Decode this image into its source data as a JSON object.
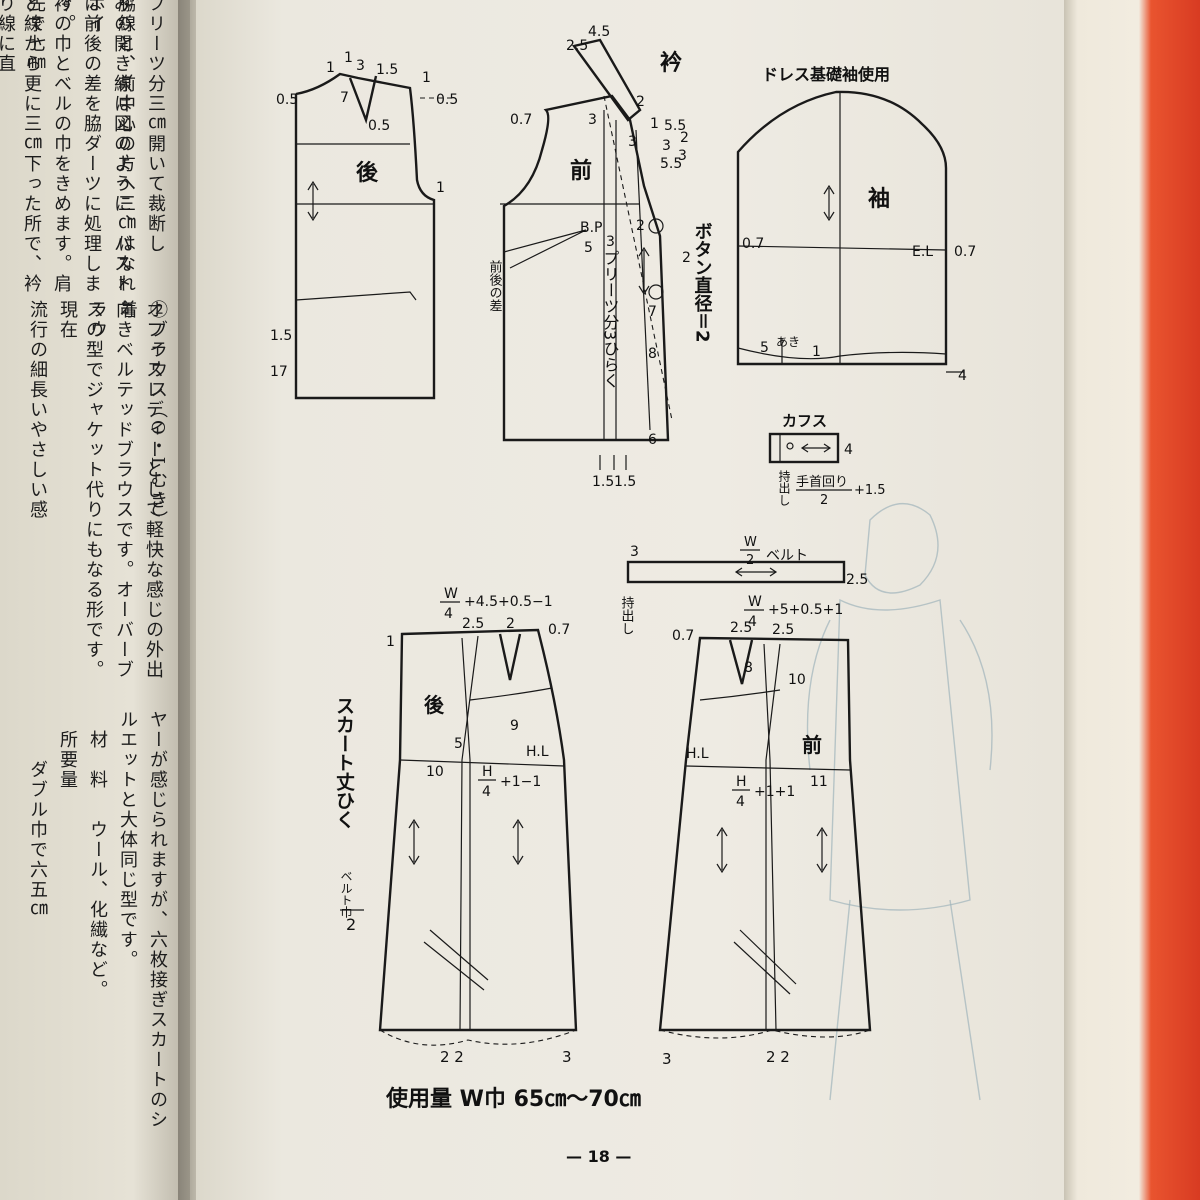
{
  "left_text": [
    "ど線から更に三㎝下った所で、衿り線に直",
    "衿の巾とべルの巾をきめます。肩先で七㎜",
    "は前後の差を脇ダーツに処理します。",
    "みの開き線は図のように、バストポイ",
    "脇線と、前中心の方へ三㎝はなれ",
    "プリーツ分三㎝開いて裁断し"
  ],
  "blouse": {
    "heading": "②ブラウス（O・Lむき）",
    "lines": [
      "オフィスレディーとして軽快な感じの外出着",
      "向きベルテッドブラウスです。オーバーブラウ",
      "スの型でジャケット代りにもなる形です。現在",
      "流行の細長いやさしい感"
    ]
  },
  "skirt": {
    "lines": [
      "ヤーが感じられますが、六枚接ぎスカートのシ",
      "ルエットと大体同じ型です。"
    ],
    "material_label": "材　料",
    "material_value": "ウール、化繊など。",
    "amount_label": "所要量",
    "amount_value": "ダブル巾で六五㎝"
  },
  "labels": {
    "back": "後",
    "front": "前",
    "collar": "衿",
    "sleeve": "袖",
    "sleeve_title": "ドレス基礎袖使用",
    "button": "ボタン直径＝2",
    "pleat": "プリーツ分3ひらく",
    "diff": "前後の差",
    "bp": "B.P",
    "el": "E.L",
    "cuffs": "カフス",
    "wrist": "手首回り",
    "mochidashi": "持出し",
    "opening": "あき",
    "belt": "ベルト",
    "skirt_length": "スカート丈ひく",
    "belt_width": "ベルト巾",
    "hl": "H.L",
    "hl2": "H.L"
  },
  "measures": {
    "b_1": "1",
    "b_1b": "1",
    "b_3": "3",
    "b_15": "1.5",
    "b_05a": "0.5",
    "b_05b": "0.5",
    "b_05c": "0.5",
    "b_7": "7",
    "b_1c": "1",
    "b_15b": "1.5",
    "b_17": "17",
    "f_45": "4.5",
    "f_25": "2.5",
    "f_07": "0.7",
    "f_3a": "3",
    "f_2a": "2",
    "f_1": "1",
    "f_55a": "5.5",
    "f_2b": "2",
    "f_3b": "3",
    "f_3c": "3",
    "f_55b": "5.5",
    "f_3d": "3",
    "f_2c": "2",
    "f_5": "5",
    "f_3e": "3",
    "f_2d": "2",
    "f_7": "7",
    "f_8": "8",
    "f_6": "6",
    "f_15a": "1.5",
    "f_15b": "1.5",
    "s_07a": "0.7",
    "s_07b": "0.7",
    "s_5": "5",
    "s_1": "1",
    "s_4": "4",
    "c_4": "4",
    "c_2": "2",
    "c_15": "+1.5",
    "belt_3": "3",
    "belt_w": "W",
    "belt_2": "2",
    "belt_25": "2.5",
    "sk_top": "+4.5+0.5−1",
    "sk_w": "W",
    "sk_4": "4",
    "sk_1": "1",
    "sk_25": "2.5",
    "sk_2": "2",
    "sk_07": "0.7",
    "sk_5": "5",
    "sk_9": "9",
    "sk_10": "10",
    "sk_h": "H",
    "sk_h4": "4",
    "sk_hform": "+1−1",
    "sk_22": "2 2",
    "sk_3": "3",
    "sk_bw2": "2",
    "fk_top": "+5+0.5+1",
    "fk_w": "W",
    "fk_4": "4",
    "fk_07": "0.7",
    "fk_25a": "2.5",
    "fk_25b": "2.5",
    "fk_8": "8",
    "fk_10": "10",
    "fk_h": "H",
    "fk_h4": "4",
    "fk_hform": "+1+1",
    "fk_11": "11",
    "fk_3": "3",
    "fk_22": "2 2"
  },
  "usage": "使用量 W巾 65㎝～70㎝",
  "page_number": "— 18 —"
}
